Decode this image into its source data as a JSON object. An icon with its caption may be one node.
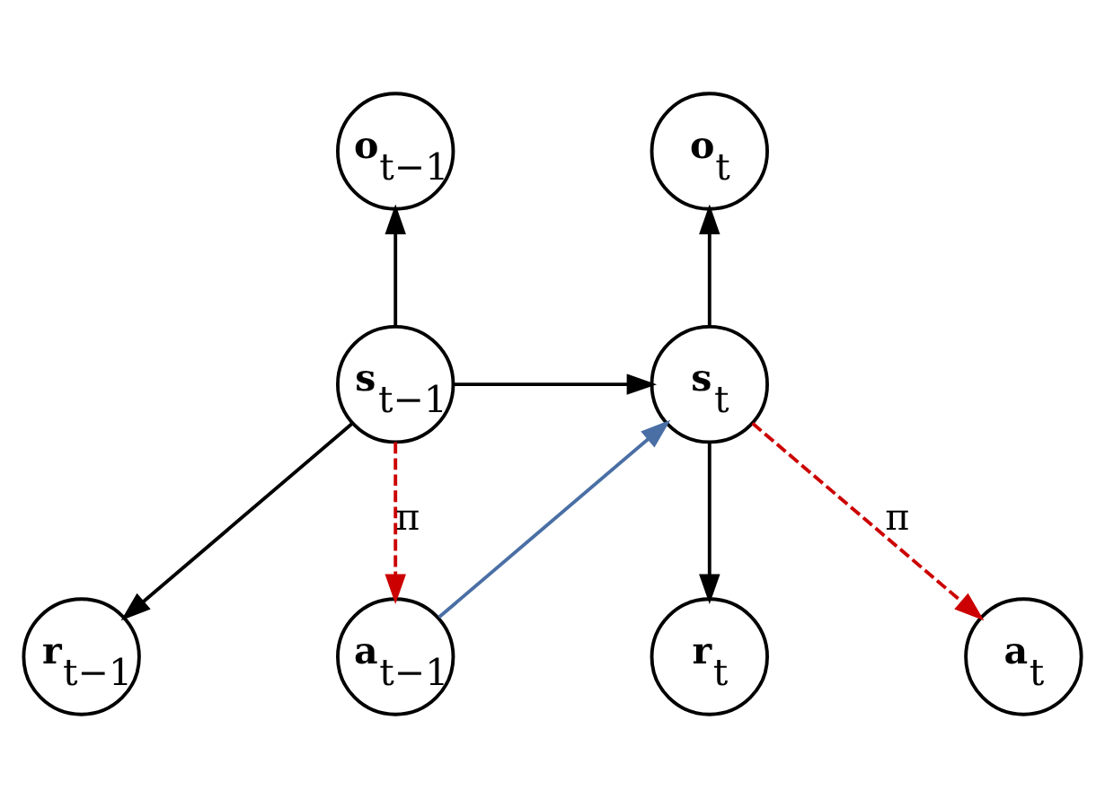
{
  "diagram": {
    "nodes": [
      {
        "text": [
          "**o**$_{t−1}$"
        ]
      },
      {
        "text": [
          "**s**$_{t−1}$"
        ]
      },
      {
        "text": [
          "**r**$_{t−1}$"
        ]
      },
      {
        "text": [
          "**a**$_{t−1}$"
        ]
      },
      {
        "text": [
          "**o**$_{t}$"
        ]
      },
      {
        "text": [
          "**s**$_{t}$"
        ]
      },
      {
        "text": [
          "**r**$_{t}$"
        ]
      },
      {
        "text": [
          "**a**$_{t}$"
        ]
      }
    ],
    "edges": [
      {
        "from": 1,
        "to": 0,
        "arrow": "to"
      },
      {
        "from": 1,
        "to": 5,
        "arrow": "to"
      },
      {
        "from": 1,
        "to": 2,
        "arrow": "to"
      },
      {
        "from": 1,
        "to": 3,
        "arrow": "to",
        "label": "π",
        "style": "dashed",
        "color": "#cc0000"
      },
      {
        "from": 3,
        "to": 5,
        "arrow": "to",
        "color": "#4a6fa5"
      },
      {
        "from": 5,
        "to": 4,
        "arrow": "to"
      },
      {
        "from": 5,
        "to": 6,
        "arrow": "to"
      },
      {
        "from": 5,
        "to": 7,
        "arrow": "to",
        "label": "π",
        "style": "dashed",
        "color": "#cc0000"
      }
    ]
  }
}
